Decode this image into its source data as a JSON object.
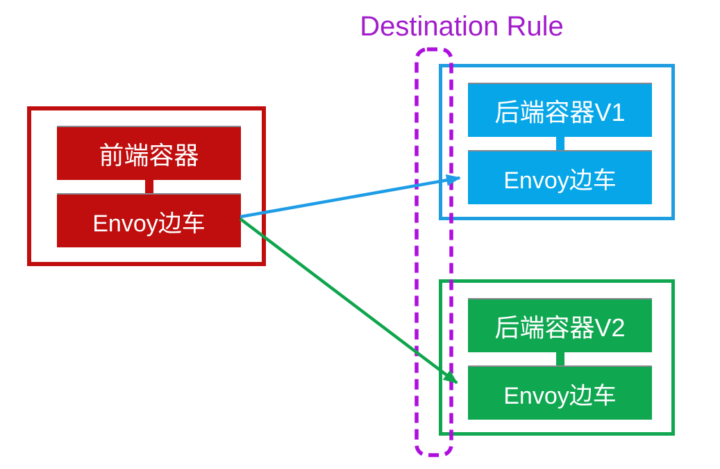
{
  "title": {
    "text": "Destination Rule",
    "color": "#A21CCB"
  },
  "boundary": {
    "name": "destination-rule-scope",
    "style": "dashed-rounded-rect",
    "color": "#AF0EDF"
  },
  "pods": [
    {
      "id": "frontend",
      "container_label": "前端容器",
      "sidecar_label": "Envoy边车",
      "color": "#C00D0D"
    },
    {
      "id": "backend-v1",
      "container_label": "后端容器V1",
      "sidecar_label": "Envoy边车",
      "color": "#06A6E8",
      "border_color": "#1E9DE0"
    },
    {
      "id": "backend-v2",
      "container_label": "后端容器V2",
      "sidecar_label": "Envoy边车",
      "color": "#10A751"
    }
  ],
  "arrows": [
    {
      "from": "frontend-envoy-sidecar",
      "to": "backend-v1-envoy-sidecar",
      "color": "#1E9DE6"
    },
    {
      "from": "frontend-envoy-sidecar",
      "to": "backend-v2-envoy-sidecar",
      "color": "#0EA54D"
    }
  ]
}
